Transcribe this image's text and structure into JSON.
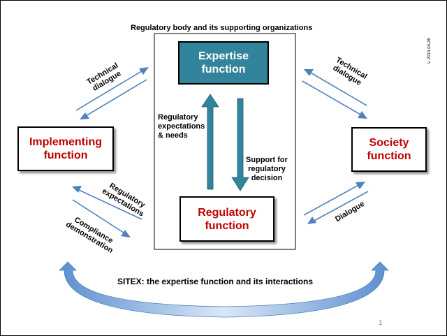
{
  "header": {
    "title": "Regulatory body and its supporting organizations",
    "version": "v. 2013-04-26"
  },
  "boxes": {
    "expertise": "Expertise\nfunction",
    "implementing": "Implementing\nfunction",
    "society": "Society\nfunction",
    "regulatory": "Regulatory\nfunction"
  },
  "labels": {
    "technical_dialogue_left": "Technical\ndialogue",
    "technical_dialogue_right": "Technical\ndialogue",
    "regulatory_expectations_needs": "Regulatory\nexpectations\n& needs",
    "support_decision": "Support for\nregulatory\ndecision",
    "regulatory_expectations": "Regulatory\nexpectations",
    "compliance_demonstration": "Compliance\ndemonstration",
    "dialogue": "Dialogue"
  },
  "caption": "SITEX: the expertise function and its interactions",
  "page_number": "1",
  "colors": {
    "teal": "#31849b",
    "dark_red": "#c00000",
    "arrow_blue": "#4f81bd",
    "arc_blue": "#8eb4e3"
  }
}
